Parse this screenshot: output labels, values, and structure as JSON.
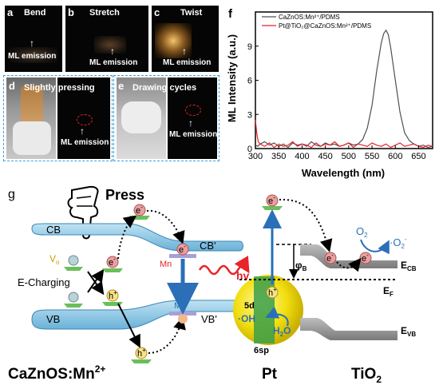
{
  "panels": {
    "a": {
      "letter": "a",
      "title": "Bend",
      "ml": "ML emission"
    },
    "b": {
      "letter": "b",
      "title": "Stretch",
      "ml": "ML emission"
    },
    "c": {
      "letter": "c",
      "title": "Twist",
      "ml": "ML emission"
    },
    "d": {
      "letter": "d",
      "title": "Slightly pressing",
      "ml": "ML emission"
    },
    "e": {
      "letter": "e",
      "title": "Drawing cycles",
      "ml": "ML emission"
    }
  },
  "chart_data": {
    "type": "line",
    "panel_letter": "f",
    "xlabel": "Wavelength (nm)",
    "ylabel": "ML Intensity (a.u.)",
    "xlim": [
      300,
      680
    ],
    "ylim": [
      0,
      12
    ],
    "xticks": [
      300,
      350,
      400,
      450,
      500,
      550,
      600,
      650
    ],
    "yticks": [
      0,
      3,
      6,
      9
    ],
    "series": [
      {
        "name": "CaZnOS:Mn²⁺/PDMS",
        "color": "#505050",
        "x": [
          300,
          305,
          310,
          320,
          330,
          340,
          350,
          360,
          370,
          380,
          390,
          400,
          410,
          420,
          430,
          440,
          450,
          460,
          470,
          480,
          490,
          500,
          510,
          520,
          530,
          540,
          550,
          560,
          570,
          575,
          580,
          585,
          590,
          600,
          610,
          620,
          630,
          640,
          650,
          660,
          670,
          680
        ],
        "y": [
          0.3,
          0.2,
          0.4,
          0.6,
          0.3,
          0.5,
          0.2,
          0.4,
          0.1,
          0.5,
          0.3,
          0.4,
          0.2,
          0.6,
          0.3,
          0.2,
          0.5,
          0.3,
          0.4,
          0.2,
          0.3,
          0.5,
          0.3,
          0.4,
          0.8,
          1.8,
          3.8,
          6.8,
          9.3,
          10.1,
          10.4,
          10.0,
          8.9,
          6.0,
          3.2,
          1.4,
          0.7,
          0.4,
          0.2,
          0.3,
          0.1,
          0.2
        ]
      },
      {
        "name": "Pt@TiO₂@CaZnOS:Mn²⁺/PDMS",
        "color": "#e8232a",
        "x": [
          300,
          303,
          306,
          310,
          320,
          330,
          340,
          350,
          360,
          370,
          380,
          390,
          400,
          410,
          420,
          430,
          440,
          450,
          460,
          470,
          480,
          490,
          500,
          510,
          520,
          530,
          540,
          550,
          560,
          570,
          580,
          590,
          600,
          610,
          620,
          630,
          640,
          650,
          660,
          670,
          680
        ],
        "y": [
          2.5,
          1.3,
          0.6,
          0.4,
          0.2,
          0.5,
          0.1,
          0.4,
          0.2,
          0.3,
          0.6,
          0.2,
          0.4,
          0.3,
          0.1,
          0.5,
          0.2,
          0.4,
          0.3,
          0.6,
          0.2,
          0.3,
          0.5,
          0.1,
          0.4,
          0.3,
          0.2,
          0.5,
          0.3,
          0.2,
          0.4,
          0.1,
          0.3,
          0.5,
          0.2,
          0.3,
          0.4,
          0.2,
          0.1,
          0.3,
          0.2
        ]
      }
    ]
  },
  "diagram_g": {
    "panel_letter": "g",
    "press": "Press",
    "cb": "CB",
    "cb_prime": "CB'",
    "vb": "VB",
    "vb_prime": "VB'",
    "vo": "V",
    "vo_sub": "o",
    "e_charging": "E-Charging",
    "mn_top": "Mn",
    "mn_bottom": "Mn",
    "e_minus": "e",
    "e_sup": "-",
    "h_plus": "h",
    "h_sup": "+",
    "hv": "hv",
    "phi": "φ",
    "phi_sub": "B",
    "five_d": "5d",
    "six_sp": "6sp",
    "oh": "·OH",
    "h2o": "H",
    "h2o_sub": "2",
    "h2o_end": "O",
    "o2": "O",
    "o2_sub": "2",
    "o2_rad": "·O",
    "o2_rad_sub": "2",
    "o2_rad_sup": "-",
    "ecb": "E",
    "ecb_sub": "CB",
    "ef": "E",
    "ef_sub": "F",
    "evb": "E",
    "evb_sub": "VB",
    "label_left": "CaZnOS:Mn",
    "label_left_sup": "2+",
    "label_mid": "Pt",
    "label_right": "TiO",
    "label_right_sub": "2"
  }
}
